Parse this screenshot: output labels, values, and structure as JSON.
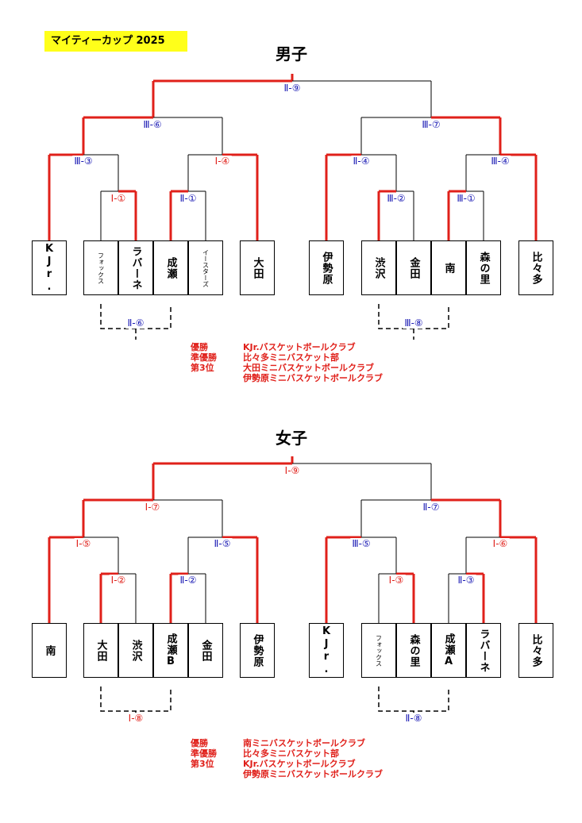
{
  "title": "マイティーカップ  2025",
  "boys": {
    "heading": "男子",
    "teams": [
      "KJr.",
      "フォックス",
      "ラバーネ",
      "成瀬",
      "イースターズ",
      "大田",
      "伊勢原",
      "渋沢",
      "金田",
      "南",
      "森の里",
      "比々多"
    ],
    "match_labels": {
      "final": "Ⅱ-⑨",
      "left_semi": "Ⅲ-⑥",
      "right_semi": "Ⅲ-⑦",
      "m1": "Ⅲ-③",
      "m2": "Ⅰ-④",
      "m3": "Ⅰ-①",
      "m4": "Ⅱ-①",
      "m5": "Ⅱ-④",
      "m6": "Ⅲ-④",
      "m7": "Ⅲ-②",
      "m8": "Ⅲ-①",
      "consolation_left": "Ⅱ-⑥",
      "consolation_right": "Ⅲ-⑧"
    },
    "results": [
      {
        "rank": "優勝",
        "team": "KJr.バスケットボールクラブ"
      },
      {
        "rank": "準優勝",
        "team": "比々多ミニバスケット部"
      },
      {
        "rank": "第3位",
        "team": "大田ミニバスケットボールクラブ"
      },
      {
        "rank": "",
        "team": "伊勢原ミニバスケットボールクラブ"
      }
    ]
  },
  "girls": {
    "heading": "女子",
    "teams": [
      "南",
      "大田",
      "渋沢",
      "成瀬B",
      "金田",
      "伊勢原",
      "KJr.",
      "フォックス",
      "森の里",
      "成瀬A",
      "ラバーネ",
      "比々多"
    ],
    "match_labels": {
      "final": "Ⅰ-⑨",
      "left_semi": "Ⅰ-⑦",
      "right_semi": "Ⅱ-⑦",
      "m1": "Ⅰ-⑤",
      "m2": "Ⅱ-⑤",
      "m3": "Ⅰ-②",
      "m4": "Ⅱ-②",
      "m5": "Ⅲ-⑤",
      "m6": "Ⅰ-⑥",
      "m7": "Ⅰ-③",
      "m8": "Ⅱ-③",
      "consolation_left": "Ⅰ-⑧",
      "consolation_right": "Ⅱ-⑧"
    },
    "results": [
      {
        "rank": "優勝",
        "team": "南ミニバスケットボールクラブ"
      },
      {
        "rank": "準優勝",
        "team": "比々多ミニバスケット部"
      },
      {
        "rank": "第3位",
        "team": "KJr.バスケットボールクラブ"
      },
      {
        "rank": "",
        "team": "伊勢原ミニバスケットボールクラブ"
      }
    ]
  },
  "colors": {
    "win_line": "#e0201a",
    "line": "#000000",
    "label_red": "#e0201a",
    "label_blue": "#1a1ab4",
    "title_bg": "#ffff1a"
  }
}
